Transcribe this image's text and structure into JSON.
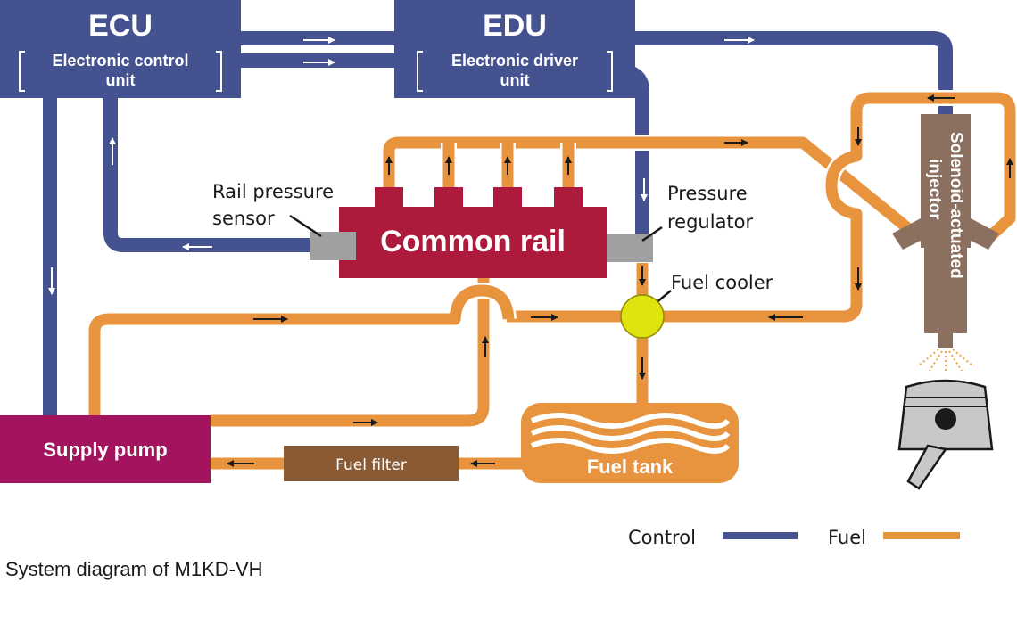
{
  "colors": {
    "control": "#44528f",
    "fuel": "#e8943f",
    "fuel_outline": "#ffffff",
    "rail": "#ae1a3c",
    "pump": "#a3145e",
    "filter": "#8a5a34",
    "injector": "#8b7060",
    "sensor": "#a0a0a0",
    "cooler": "#dfe30e",
    "arrow_dark": "#1a1a1a",
    "arrow_light": "#ffffff"
  },
  "units": {
    "ecu": {
      "title": "ECU",
      "subtitle_line1": "Electronic control",
      "subtitle_line2": "unit"
    },
    "edu": {
      "title": "EDU",
      "subtitle_line1": "Electronic driver",
      "subtitle_line2": "unit"
    }
  },
  "components": {
    "common_rail": "Common rail",
    "supply_pump": "Supply pump",
    "fuel_filter": "Fuel filter",
    "fuel_tank": "Fuel tank",
    "injector_line1": "Solenoid-actuated",
    "injector_line2": "injector"
  },
  "labels": {
    "rail_pressure_sensor_line1": "Rail pressure",
    "rail_pressure_sensor_line2": "sensor",
    "pressure_regulator_line1": "Pressure",
    "pressure_regulator_line2": "regulator",
    "fuel_cooler": "Fuel cooler"
  },
  "legend": {
    "control": "Control",
    "fuel": "Fuel"
  },
  "caption": "System diagram of M1KD-VH"
}
